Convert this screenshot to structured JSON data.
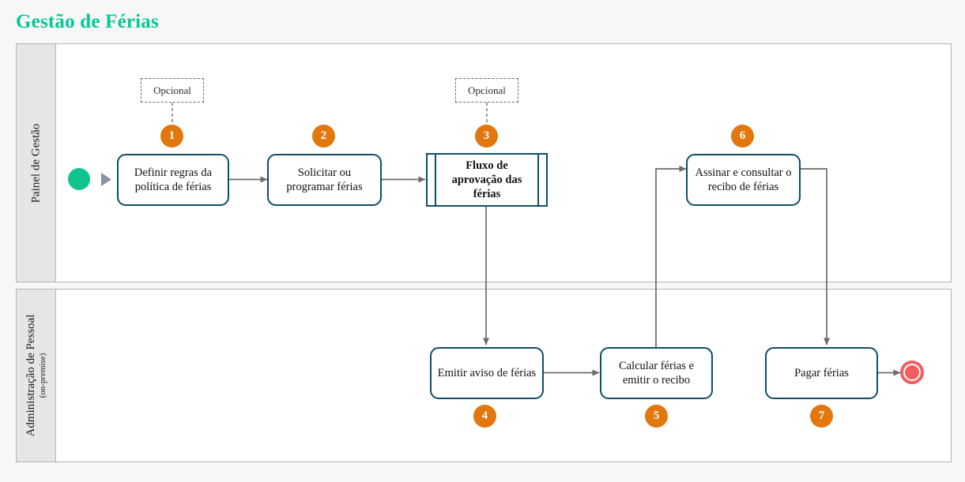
{
  "page": {
    "title": "Gestão de Férias",
    "title_color": "#05c896",
    "background": "#f7f7f7"
  },
  "colors": {
    "task_border": "#0d4f66",
    "badge": "#e2770d",
    "start_event": "#10c48f",
    "end_event": "#f45d62",
    "connector": "#6b6b6b",
    "lane_header_bg": "#e6e6e6",
    "pool_border": "#b4b4b4"
  },
  "lanes": [
    {
      "id": "lane-gestao",
      "label": "Painel de Gestão",
      "sublabel": ""
    },
    {
      "id": "lane-admin",
      "label": "Administração de Pessoal",
      "sublabel": "(on-premise)"
    }
  ],
  "events": [
    {
      "id": "start",
      "type": "start-event",
      "lane": "lane-gestao"
    },
    {
      "id": "end",
      "type": "end-event",
      "lane": "lane-admin"
    }
  ],
  "tasks": [
    {
      "num": "1",
      "label": "Definir regras da política de férias",
      "lane": "lane-gestao",
      "type": "task",
      "badge_position": "above",
      "optional": true
    },
    {
      "num": "2",
      "label": "Solicitar ou programar férias",
      "lane": "lane-gestao",
      "type": "task",
      "badge_position": "above",
      "optional": false
    },
    {
      "num": "3",
      "label": "Fluxo de aprovação das férias",
      "lane": "lane-gestao",
      "type": "subprocess",
      "badge_position": "above",
      "optional": true
    },
    {
      "num": "4",
      "label": "Emitir aviso de férias",
      "lane": "lane-admin",
      "type": "task",
      "badge_position": "below",
      "optional": false
    },
    {
      "num": "5",
      "label": "Calcular férias e emitir o recibo",
      "lane": "lane-admin",
      "type": "task",
      "badge_position": "below",
      "optional": false
    },
    {
      "num": "6",
      "label": "Assinar e consultar o recibo de férias",
      "lane": "lane-gestao",
      "type": "task",
      "badge_position": "above",
      "optional": false
    },
    {
      "num": "7",
      "label": "Pagar férias",
      "lane": "lane-admin",
      "type": "task",
      "badge_position": "below",
      "optional": false
    }
  ],
  "annotations": [
    {
      "id": "opcional-1",
      "label": "Opcional",
      "attached_to": "1"
    },
    {
      "id": "opcional-3",
      "label": "Opcional",
      "attached_to": "3"
    }
  ],
  "flows": [
    {
      "from": "start",
      "to": "1"
    },
    {
      "from": "1",
      "to": "2"
    },
    {
      "from": "2",
      "to": "3"
    },
    {
      "from": "3",
      "to": "4"
    },
    {
      "from": "4",
      "to": "5"
    },
    {
      "from": "5",
      "to": "6"
    },
    {
      "from": "6",
      "to": "7"
    },
    {
      "from": "7",
      "to": "end"
    }
  ]
}
